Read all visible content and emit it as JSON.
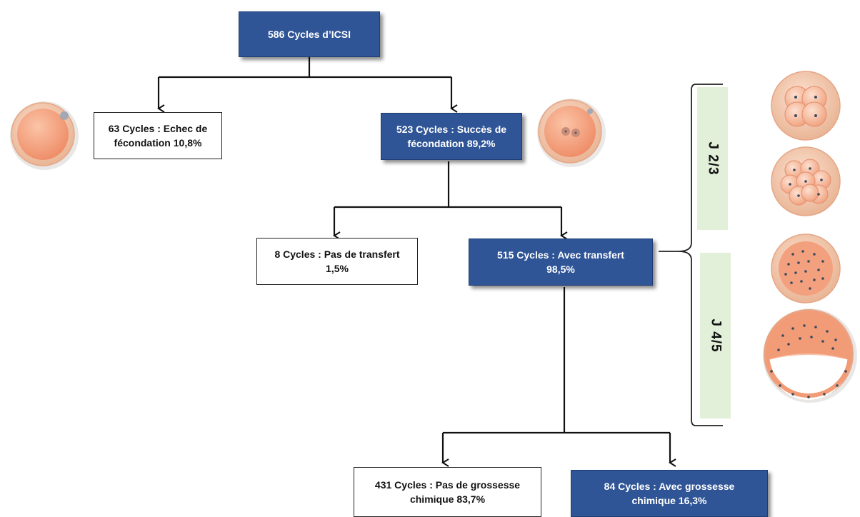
{
  "root": {
    "text": "586 Cycles d’ICSI"
  },
  "fertilization_failure": {
    "line1": "63 Cycles : Echec de",
    "line2_text": "fécondation ",
    "line2_pct": "10,8%"
  },
  "fertilization_success": {
    "line1": "523 Cycles : Succès de",
    "line2": "fécondation 89,2%"
  },
  "no_transfer": {
    "line1": "8 Cycles : Pas de transfert",
    "line2": "1,5%"
  },
  "with_transfer": {
    "line1": "515 Cycles : Avec transfert",
    "line2": "98,5%"
  },
  "no_pregnancy": {
    "line1": "431 Cycles : Pas de grossesse",
    "line2_text": "chimique ",
    "line2_pct": "83,7%"
  },
  "with_pregnancy": {
    "line1": "84 Cycles : Avec grossesse",
    "line2": "chimique 16,3%"
  },
  "day_ranges": [
    {
      "label": "J 2/3"
    },
    {
      "label": "J 4/5"
    }
  ],
  "colors": {
    "blue_box": "#2f5597",
    "day_bar": "#e2efd9",
    "cell_fill": "#f4a585",
    "connector": "#111111"
  }
}
